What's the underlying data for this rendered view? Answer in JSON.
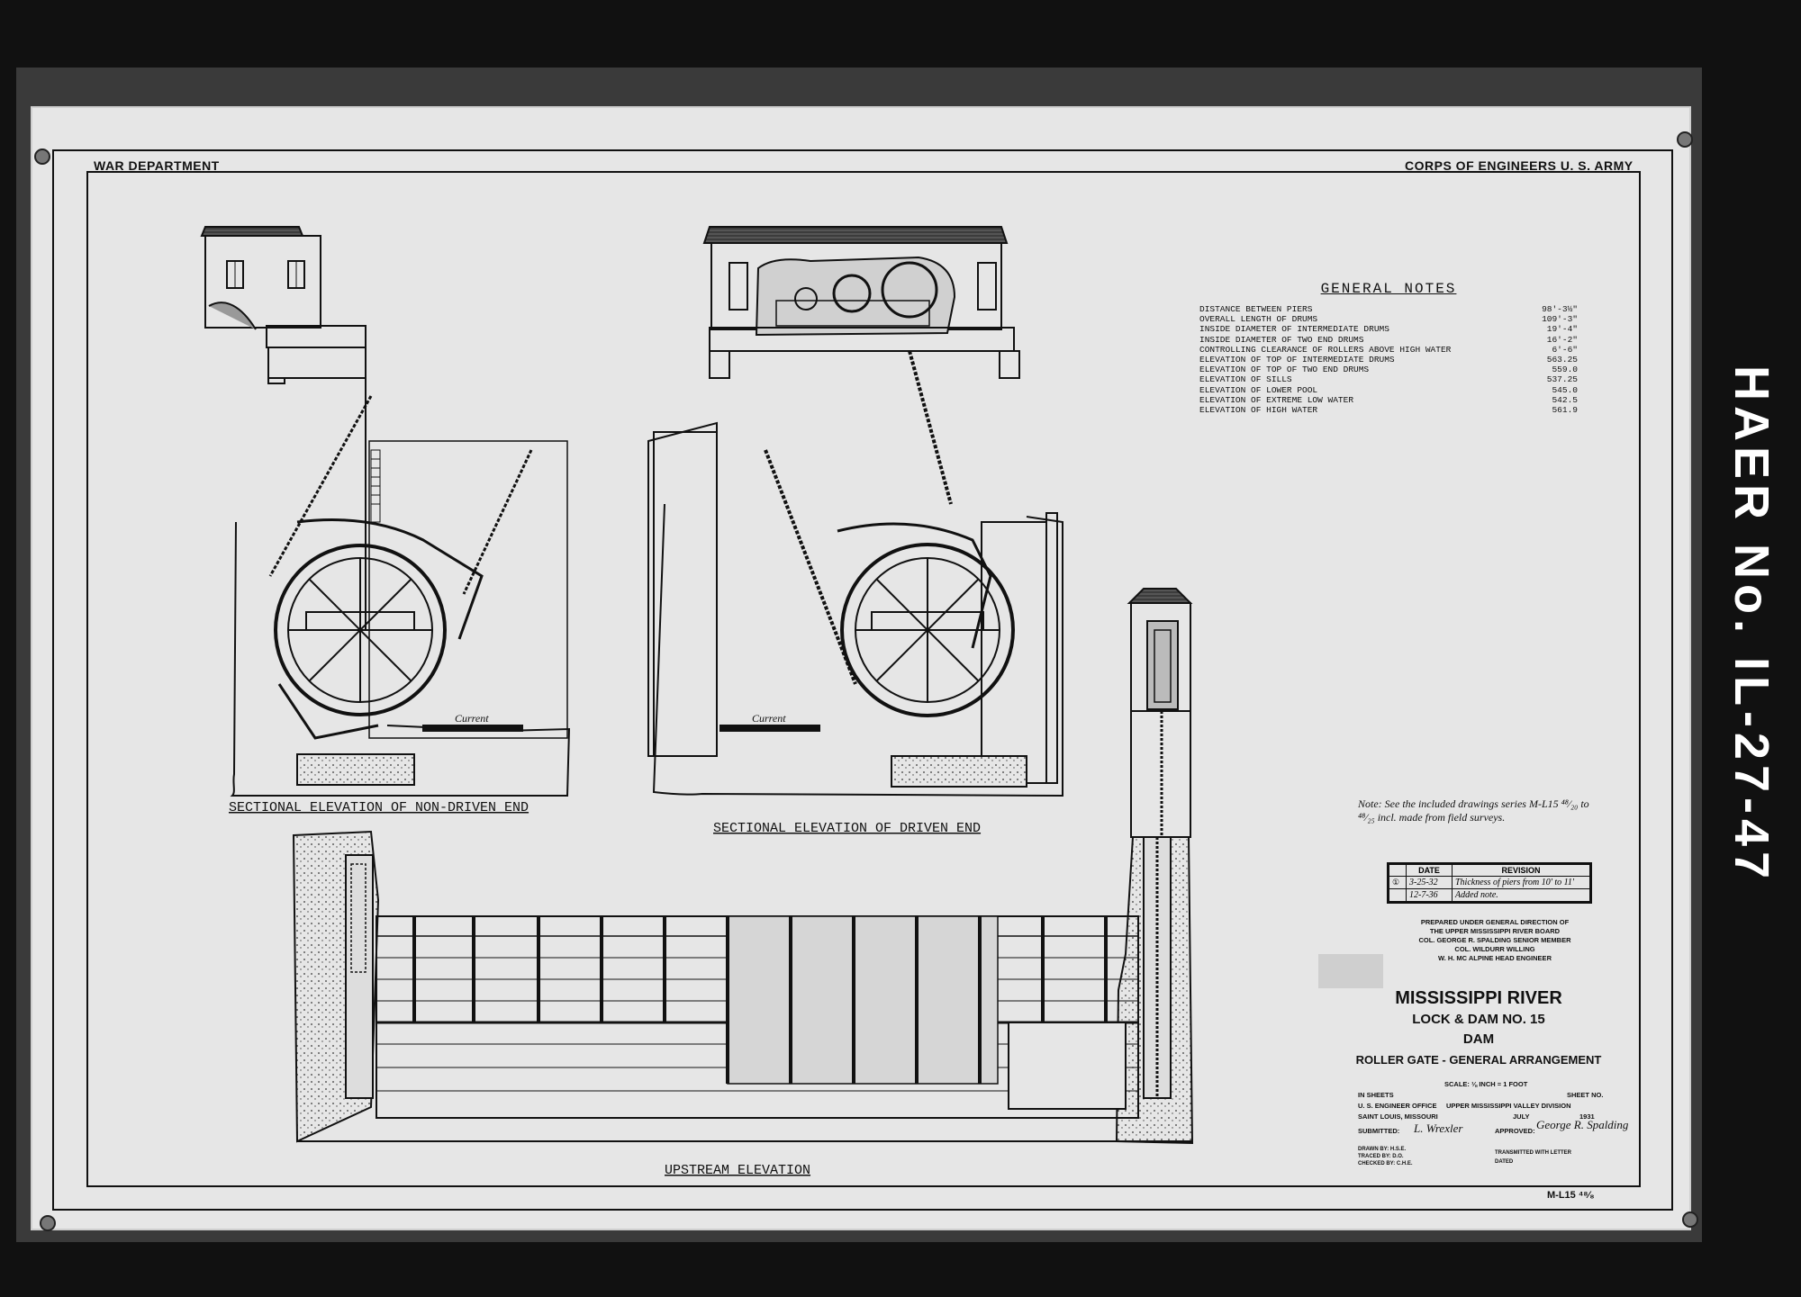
{
  "header": {
    "left": "WAR DEPARTMENT",
    "right": "CORPS OF ENGINEERS U. S. ARMY"
  },
  "views": {
    "non_driven": "SECTIONAL ELEVATION OF NON-DRIVEN END",
    "driven": "SECTIONAL ELEVATION OF DRIVEN END",
    "upstream": "UPSTREAM ELEVATION",
    "current": "Current"
  },
  "general_notes": {
    "title": "GENERAL NOTES",
    "items": [
      {
        "label": "DISTANCE BETWEEN PIERS",
        "value": "98'-3½\""
      },
      {
        "label": "OVERALL LENGTH OF DRUMS",
        "value": "109'-3\""
      },
      {
        "label": "INSIDE DIAMETER OF INTERMEDIATE DRUMS",
        "value": "19'-4\""
      },
      {
        "label": "INSIDE DIAMETER OF TWO END DRUMS",
        "value": "16'-2\""
      },
      {
        "label": "CONTROLLING CLEARANCE OF ROLLERS ABOVE HIGH WATER",
        "value": "6'-6\""
      },
      {
        "label": "ELEVATION OF TOP OF INTERMEDIATE DRUMS",
        "value": "563.25"
      },
      {
        "label": "ELEVATION OF TOP OF TWO END DRUMS",
        "value": "559.0"
      },
      {
        "label": "ELEVATION OF SILLS",
        "value": "537.25"
      },
      {
        "label": "ELEVATION OF LOWER POOL",
        "value": "545.0"
      },
      {
        "label": "ELEVATION OF EXTREME LOW WATER",
        "value": "542.5"
      },
      {
        "label": "ELEVATION OF HIGH WATER",
        "value": "561.9"
      }
    ]
  },
  "note": {
    "line1": "Note: See the included drawings series M-L15 ⁴⁸⁄₂₀ to",
    "line2": "⁴⁸⁄₂₅ incl. made from field surveys."
  },
  "revision": {
    "headers": [
      "",
      "DATE",
      "REVISION"
    ],
    "rows": [
      [
        "①",
        "3-25-32",
        "Thickness of piers from 10' to 11'"
      ],
      [
        "",
        "12-7-36",
        "Added note."
      ]
    ]
  },
  "prepared": [
    "PREPARED UNDER GENERAL DIRECTION OF",
    "THE UPPER MISSISSIPPI RIVER BOARD",
    "COL. GEORGE R. SPALDING  SENIOR MEMBER",
    "COL. WILDURR WILLING",
    "W. H. MC ALPINE  HEAD ENGINEER"
  ],
  "title": {
    "line1": "MISSISSIPPI RIVER",
    "line2": "LOCK & DAM NO. 15",
    "line3": "DAM",
    "line4": "ROLLER GATE - GENERAL ARRANGEMENT"
  },
  "scale": "SCALE: ⅛ INCH = 1 FOOT",
  "footer": {
    "in_sheets": "IN          SHEETS",
    "sheet_no": "SHEET NO.",
    "office": "U. S. ENGINEER OFFICE",
    "city": "SAINT LOUIS, MISSOURI",
    "division": "UPPER MISSISSIPPI VALLEY DIVISION",
    "date_month": "JULY",
    "date_year": "1931",
    "submitted": "SUBMITTED:",
    "submitted_sig": "L. Wrexler",
    "approved": "APPROVED:",
    "approved_sig": "George R. Spalding",
    "drawn": "DRAWN BY: H.S.E.",
    "traced": "TRACED BY: D.O.",
    "checked": "CHECKED BY: C.H.E.",
    "transmitted": "TRANSMITTED WITH LETTER",
    "dated": "DATED",
    "sheet_id": "M-L15 ⁴⁸⁄₈"
  },
  "haer_label": "HAER No. IL-27-47"
}
